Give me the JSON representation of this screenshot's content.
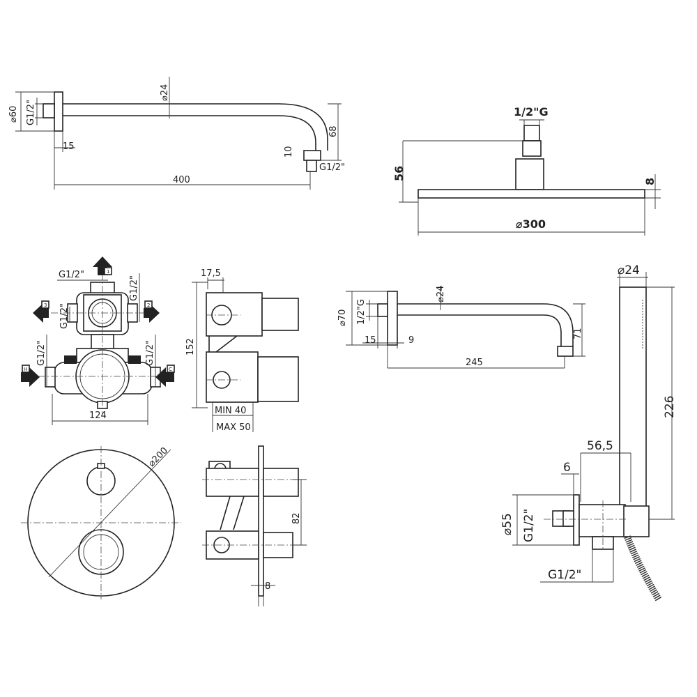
{
  "shower_arm_400": {
    "flange_diameter": "⌀60",
    "wall_thread": "G1/2\"",
    "pipe_diameter": "⌀24",
    "depth": "15",
    "length": "400",
    "drop": "68",
    "end_length": "10",
    "outlet_thread": "G1/2\""
  },
  "shower_head": {
    "thread": "1/2\"G",
    "height": "56",
    "thickness": "8",
    "diameter": "⌀300"
  },
  "mixer_body_front": {
    "top_thread": "G1/2\"",
    "right_thread": "G1/2\"",
    "left_thread": "G1/2\"",
    "hot_thread": "G1/2\"",
    "cold_thread": "G1/2\"",
    "width": "124",
    "port_1": "1",
    "port_2": "2",
    "port_3": "3",
    "port_hot": "H",
    "port_cold": "C"
  },
  "mixer_body_side": {
    "offset": "17,5",
    "height": "152",
    "min_depth": "MIN 40",
    "max_depth": "MAX 50"
  },
  "cover_plate": {
    "diameter": "⌀200",
    "spacing": "82",
    "thickness": "8"
  },
  "shower_arm_245": {
    "flange_diameter": "⌀70",
    "thread": "1/2\"G",
    "pipe_diameter": "⌀24",
    "depth": "15",
    "flange_thickness": "9",
    "length": "245",
    "drop": "71"
  },
  "hand_shower": {
    "diameter": "⌀24",
    "length": "226",
    "projection": "56,5",
    "plate_thickness": "6",
    "flange_diameter": "⌀55",
    "wall_thread": "G1/2\"",
    "hose_thread": "G1/2\""
  }
}
